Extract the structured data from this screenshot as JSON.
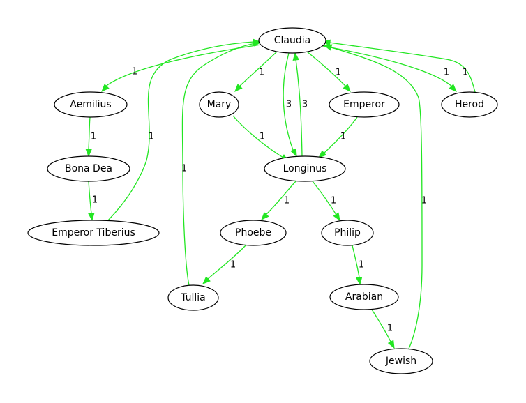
{
  "graph": {
    "edge_color": "#22e622",
    "node_fill": "#ffffff",
    "node_stroke": "#000000",
    "nodes": [
      {
        "id": "claudia",
        "label": "Claudia"
      },
      {
        "id": "aemilius",
        "label": "Aemilius"
      },
      {
        "id": "mary",
        "label": "Mary"
      },
      {
        "id": "emperor",
        "label": "Emperor"
      },
      {
        "id": "herod",
        "label": "Herod"
      },
      {
        "id": "bona_dea",
        "label": "Bona Dea"
      },
      {
        "id": "longinus",
        "label": "Longinus"
      },
      {
        "id": "emperor_tiberius",
        "label": "Emperor Tiberius"
      },
      {
        "id": "phoebe",
        "label": "Phoebe"
      },
      {
        "id": "philip",
        "label": "Philip"
      },
      {
        "id": "tullia",
        "label": "Tullia"
      },
      {
        "id": "arabian",
        "label": "Arabian"
      },
      {
        "id": "jewish",
        "label": "Jewish"
      }
    ],
    "edges": [
      {
        "id": "claudia-aemilius",
        "source": "claudia",
        "target": "aemilius",
        "label": "1"
      },
      {
        "id": "claudia-mary",
        "source": "claudia",
        "target": "mary",
        "label": "1"
      },
      {
        "id": "claudia-emperor",
        "source": "claudia",
        "target": "emperor",
        "label": "1"
      },
      {
        "id": "claudia-herod",
        "source": "claudia",
        "target": "herod",
        "label": "1"
      },
      {
        "id": "herod-claudia",
        "source": "herod",
        "target": "claudia",
        "label": "1"
      },
      {
        "id": "claudia-longinus",
        "source": "claudia",
        "target": "longinus",
        "label": "3"
      },
      {
        "id": "longinus-claudia",
        "source": "longinus",
        "target": "claudia",
        "label": "3"
      },
      {
        "id": "aemilius-bona_dea",
        "source": "aemilius",
        "target": "bona_dea",
        "label": "1"
      },
      {
        "id": "bona_dea-emperor_tiberius",
        "source": "bona_dea",
        "target": "emperor_tiberius",
        "label": "1"
      },
      {
        "id": "emperor_tiberius-claudia",
        "source": "emperor_tiberius",
        "target": "claudia",
        "label": "1"
      },
      {
        "id": "tullia-claudia",
        "source": "tullia",
        "target": "claudia",
        "label": "1"
      },
      {
        "id": "mary-longinus",
        "source": "mary",
        "target": "longinus",
        "label": "1"
      },
      {
        "id": "emperor-longinus",
        "source": "emperor",
        "target": "longinus",
        "label": "1"
      },
      {
        "id": "longinus-phoebe",
        "source": "longinus",
        "target": "phoebe",
        "label": "1"
      },
      {
        "id": "longinus-philip",
        "source": "longinus",
        "target": "philip",
        "label": "1"
      },
      {
        "id": "phoebe-tullia",
        "source": "phoebe",
        "target": "tullia",
        "label": "1"
      },
      {
        "id": "philip-arabian",
        "source": "philip",
        "target": "arabian",
        "label": "1"
      },
      {
        "id": "arabian-jewish",
        "source": "arabian",
        "target": "jewish",
        "label": "1"
      },
      {
        "id": "jewish-claudia",
        "source": "jewish",
        "target": "claudia",
        "label": "1"
      }
    ]
  }
}
